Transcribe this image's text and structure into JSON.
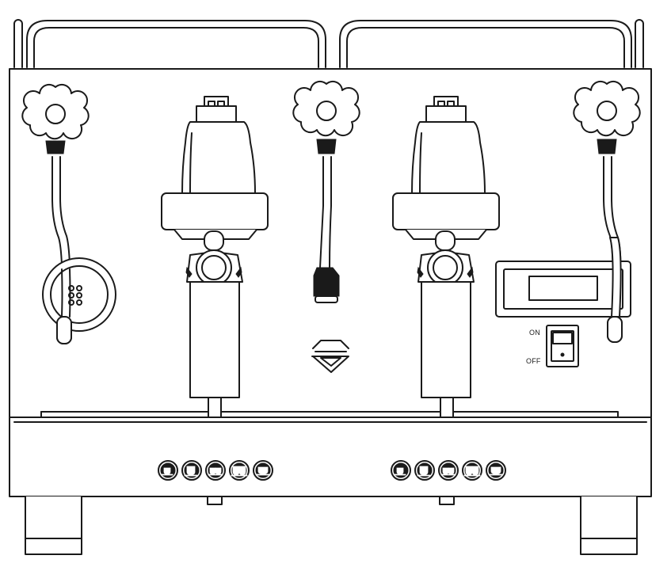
{
  "power_switch": {
    "on_label": "ON",
    "off_label": "OFF"
  },
  "groups": [
    {
      "name": "left-group",
      "buttons": [
        "single-espresso",
        "double-espresso",
        "single-coffee",
        "double-coffee",
        "manual"
      ]
    },
    {
      "name": "right-group",
      "buttons": [
        "single-espresso",
        "double-espresso",
        "single-coffee",
        "double-coffee",
        "manual"
      ]
    }
  ],
  "icons": {
    "knob": "star-knob-icon",
    "logo": "brand-logo-icon",
    "pressure_gauge": "pressure-gauge-icon",
    "display": "lcd-display",
    "switch": "rocker-switch-icon"
  },
  "colors": {
    "line": "#1a1a1a",
    "background": "#ffffff"
  }
}
